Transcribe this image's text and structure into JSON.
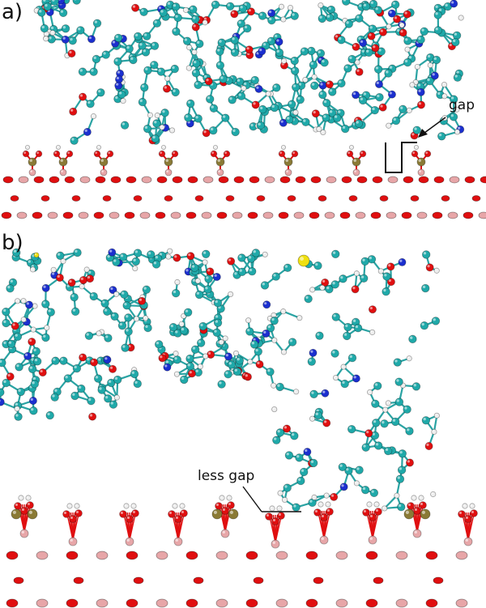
{
  "panel_a": {
    "label": "a)",
    "annotation": "gap"
  },
  "panel_b": {
    "label": "b)",
    "annotation": "less gap"
  },
  "colors": {
    "carbon": "#1fa9a9",
    "oxygen": "#e00f10",
    "nitrogen": "#1b2fcf",
    "hydrogen": "#eeeeee",
    "phosphorus": "#8a7a35",
    "sulfur": "#f0e010",
    "surface_pink": "#e7a6a8",
    "bond": "#2aa3a3"
  }
}
